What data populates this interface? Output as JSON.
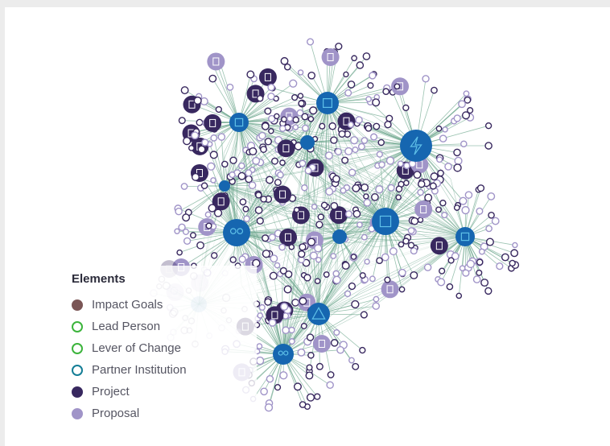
{
  "legend": {
    "title": "Elements",
    "items": [
      {
        "key": "impact-goals",
        "label": "Impact Goals",
        "color": "#7a5555",
        "style": "filled"
      },
      {
        "key": "lead-person",
        "label": "Lead Person",
        "color": "#3cb43c",
        "style": "outline"
      },
      {
        "key": "lever-of-change",
        "label": "Lever of Change",
        "color": "#3cb43c",
        "style": "outline"
      },
      {
        "key": "partner-institution",
        "label": "Partner Institution",
        "color": "#147e96",
        "style": "outline"
      },
      {
        "key": "project",
        "label": "Project",
        "color": "#38285f",
        "style": "filled"
      },
      {
        "key": "proposal",
        "label": "Proposal",
        "color": "#a094c8",
        "style": "filled"
      }
    ]
  },
  "graph": {
    "colors": {
      "edge": "#6fa88f",
      "hub": "#1666b0",
      "project": "#38285f",
      "proposal": "#a094c8"
    },
    "hub_icons": [
      "lightning-icon",
      "factory-icon",
      "building-icon",
      "people-icon",
      "warning-icon",
      "globe-icon",
      "gear-icon"
    ]
  }
}
